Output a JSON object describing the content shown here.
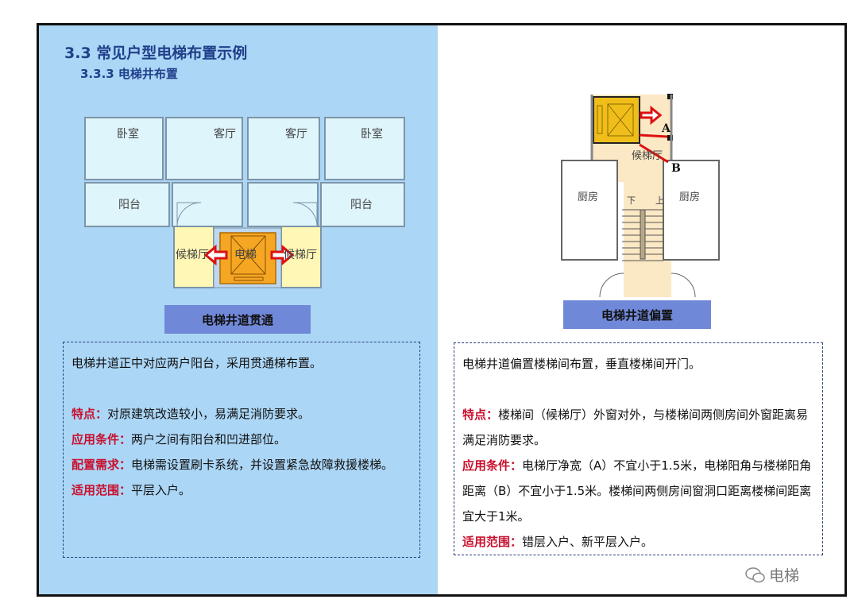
{
  "title": "3.3 常见户型电梯布置示例",
  "subtitle": "3.3.3 电梯井布置",
  "left": {
    "plan_labels": {
      "bedroom_l": "卧室",
      "living_l": "客厅",
      "living_r": "客厅",
      "bedroom_r": "卧室",
      "balcony_l": "阳台",
      "balcony_r": "阳台",
      "lobby_l": "候梯厅",
      "elevator": "电梯",
      "lobby_r": "候梯厅"
    },
    "caption": "电梯井道贯通",
    "intro": "电梯井道正中对应两户阳台，采用贯通梯布置。",
    "items": [
      {
        "label": "特点：",
        "text": "对原建筑改造较小，易满足消防要求。"
      },
      {
        "label": "应用条件：",
        "text": "两户之间有阳台和凹进部位。"
      },
      {
        "label": "配置需求：",
        "text": "电梯需设置刷卡系统，并设置紧急故障救援楼梯。"
      },
      {
        "label": "适用范围：",
        "text": "平层入户。"
      }
    ]
  },
  "right": {
    "plan_labels": {
      "lobby": "候梯厅",
      "kitchen_l": "厨房",
      "kitchen_r": "厨房",
      "down": "下",
      "up": "上",
      "a": "A",
      "b": "B"
    },
    "caption": "电梯井道偏置",
    "intro": "电梯井道偏置楼梯间布置，垂直楼梯间开门。",
    "items": [
      {
        "label": "特点：",
        "text": "楼梯间（候梯厅）外窗对外，与楼梯间两侧房间外窗距离易满足消防要求。"
      },
      {
        "label": "应用条件：",
        "text": "电梯厅净宽（A）不宜小于1.5米，电梯阳角与楼梯阳角距离（B）不宜小于1.5米。楼梯间两侧房间窗洞口距离楼梯间距离宜大于1米。"
      },
      {
        "label": "适用范围：",
        "text": "错层入户、新平层入户。"
      }
    ]
  },
  "watermark": "电梯",
  "colors": {
    "accent": "#20408a",
    "caption_bg": "#7088d8",
    "highlight": "#c8102e",
    "panel": "#acd6f6"
  }
}
